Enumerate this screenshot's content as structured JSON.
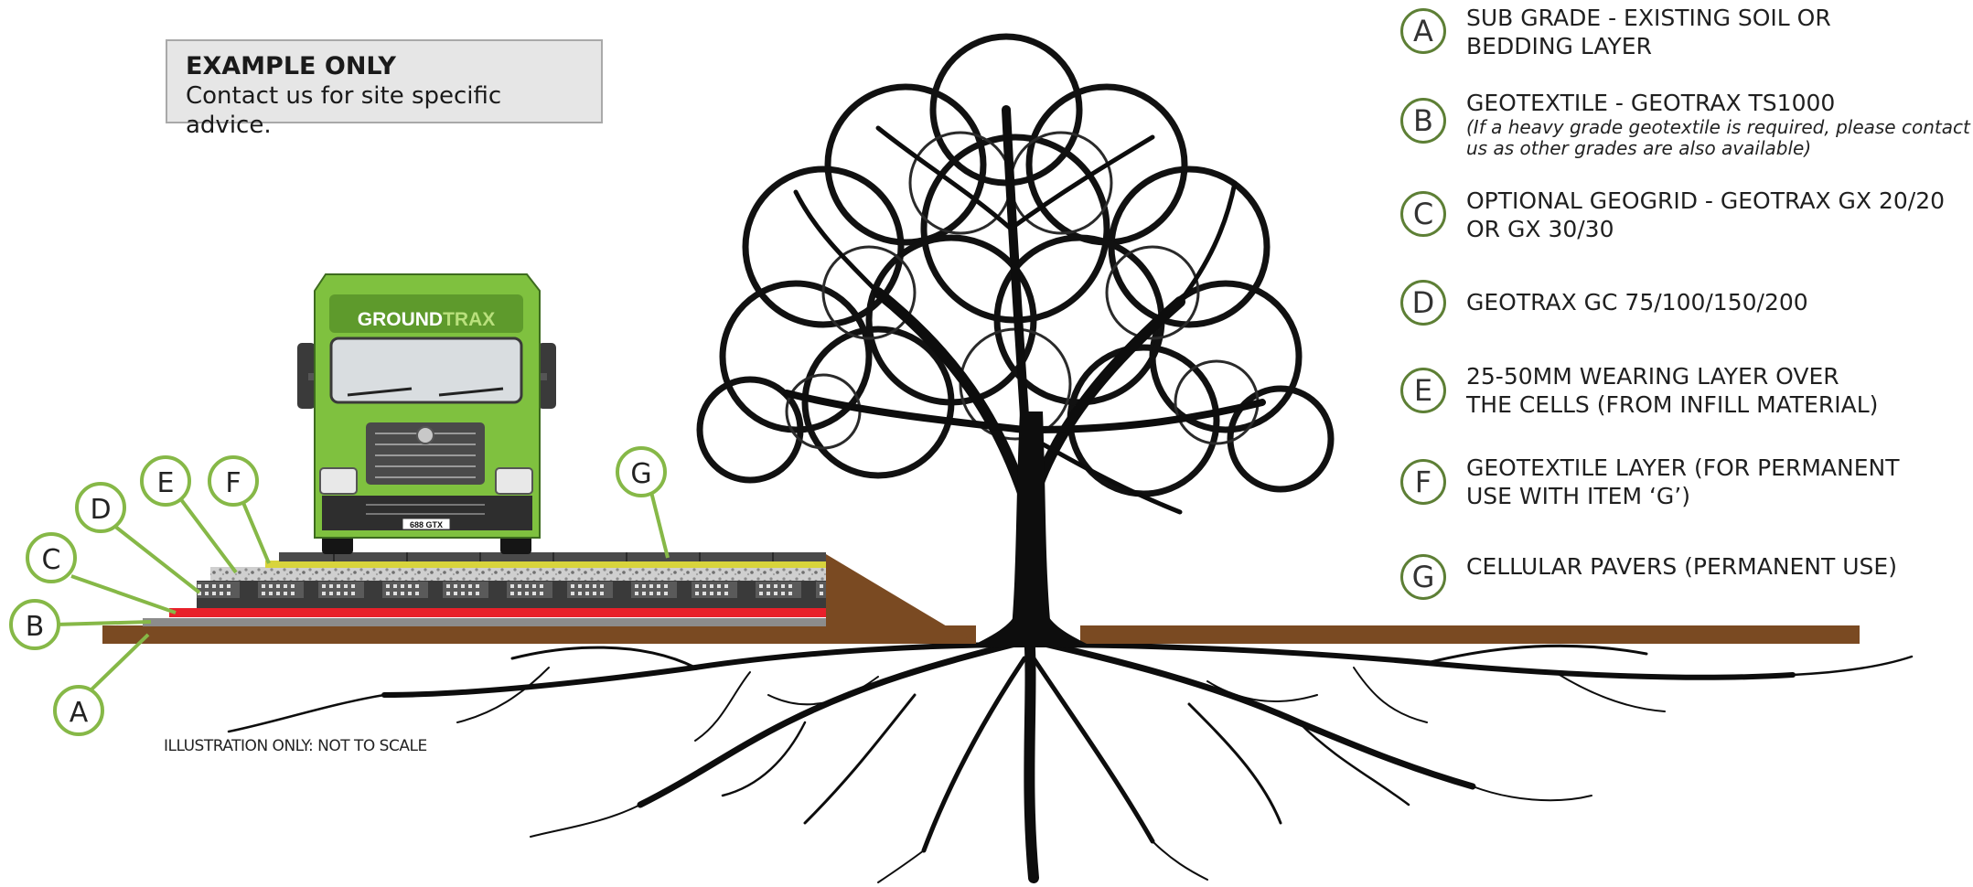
{
  "note": {
    "title": "EXAMPLE ONLY",
    "body": "Contact us for site specific advice."
  },
  "caption": "ILLUSTRATION ONLY: NOT TO SCALE",
  "truck": {
    "brand_main": "GROUND",
    "brand_accent": "TRAX",
    "plate": "688 GTX"
  },
  "legend": [
    {
      "letter": "A",
      "line1": "SUB GRADE - EXISTING SOIL OR",
      "line2": "BEDDING LAYER"
    },
    {
      "letter": "B",
      "line1": "GEOTEXTILE - GEOTRAX TS1000",
      "note1": "(If a heavy grade geotextile is required, please contact",
      "note2": "us as other grades are also available)"
    },
    {
      "letter": "C",
      "line1": "OPTIONAL GEOGRID - GEOTRAX GX 20/20",
      "line2": "OR GX 30/30"
    },
    {
      "letter": "D",
      "line1": "GEOTRAX GC 75/100/150/200"
    },
    {
      "letter": "E",
      "line1": "25-50MM WEARING LAYER OVER",
      "line2": "THE CELLS (FROM INFILL MATERIAL)"
    },
    {
      "letter": "F",
      "line1": "GEOTEXTILE LAYER (FOR PERMANENT",
      "line2": "USE WITH ITEM ‘G’)"
    },
    {
      "letter": "G",
      "line1": "CELLULAR PAVERS (PERMANENT USE)"
    }
  ],
  "callouts": [
    "A",
    "B",
    "C",
    "D",
    "E",
    "F",
    "G"
  ],
  "colors": {
    "soil": "#7a4a22",
    "accent_green": "#86b847",
    "geogrid_red": "#e8202a",
    "geotextile_grey": "#8c8c8c",
    "yellow_layer": "#d8d43c"
  }
}
